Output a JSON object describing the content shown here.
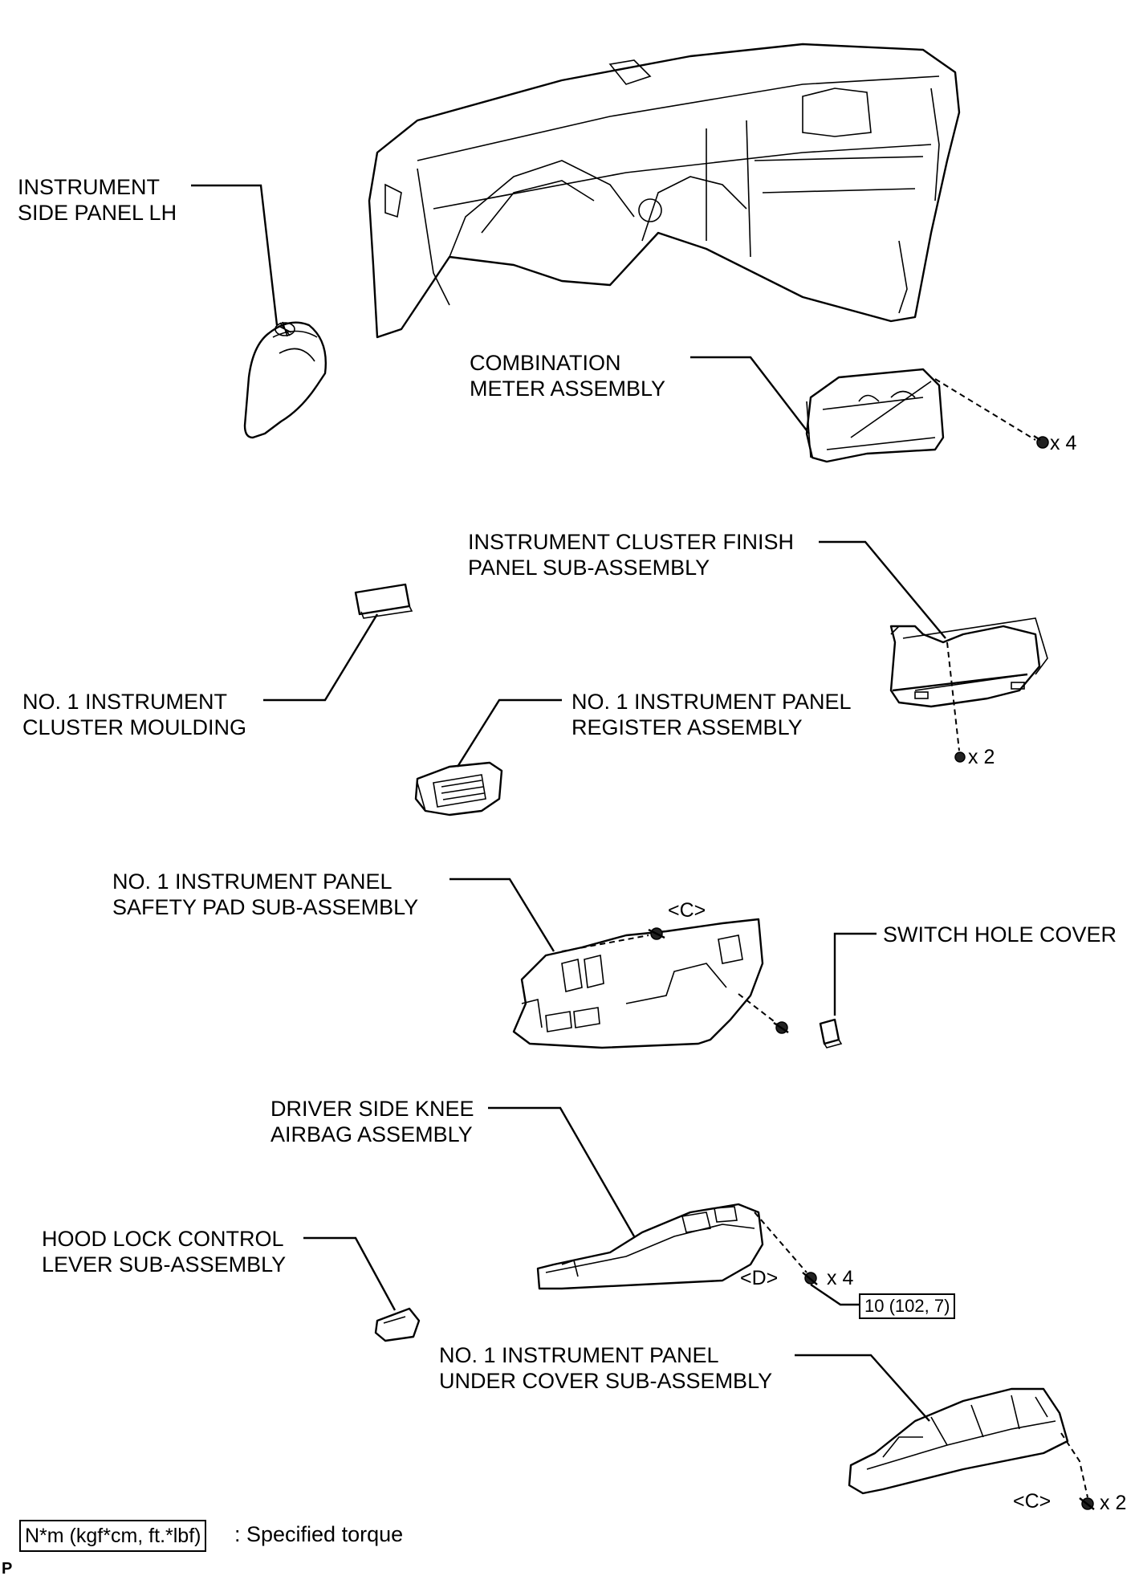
{
  "labels": {
    "side_panel": [
      "INSTRUMENT",
      "SIDE PANEL LH"
    ],
    "combination_meter": [
      "COMBINATION",
      "METER ASSEMBLY"
    ],
    "cluster_finish_panel": [
      "INSTRUMENT CLUSTER FINISH",
      "PANEL SUB-ASSEMBLY"
    ],
    "cluster_moulding": [
      "NO. 1 INSTRUMENT",
      "CLUSTER MOULDING"
    ],
    "register": [
      "NO. 1 INSTRUMENT PANEL",
      "REGISTER ASSEMBLY"
    ],
    "safety_pad": [
      "NO. 1 INSTRUMENT PANEL",
      "SAFETY PAD SUB-ASSEMBLY"
    ],
    "switch_hole_cover": "SWITCH HOLE COVER",
    "knee_airbag": [
      "DRIVER SIDE KNEE",
      "AIRBAG ASSEMBLY"
    ],
    "hood_lock": [
      "HOOD LOCK CONTROL",
      "LEVER SUB-ASSEMBLY"
    ],
    "under_cover": [
      "NO. 1 INSTRUMENT PANEL",
      "UNDER COVER SUB-ASSEMBLY"
    ]
  },
  "fasteners": {
    "meter_qty": "x 4",
    "finish_panel_qty": "x 2",
    "safety_pad_ref": "<C>",
    "airbag_ref": "<D>",
    "airbag_qty": "x 4",
    "airbag_torque": "10 (102, 7)",
    "under_cover_ref": "<C>",
    "under_cover_qty": "x 2"
  },
  "legend": {
    "unit_box": "N*m (kgf*cm, ft.*lbf)",
    "text": ": Specified torque"
  },
  "corner_mark": "P"
}
